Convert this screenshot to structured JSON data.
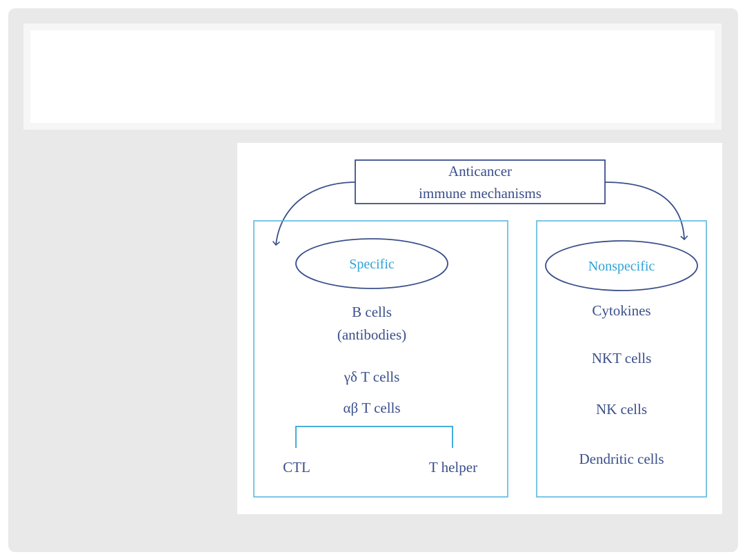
{
  "slide": {
    "title": ""
  },
  "diagram": {
    "root_line1": "Anticancer",
    "root_line2": "immune mechanisms",
    "left": {
      "header": "Specific",
      "item_b_line1": "B cells",
      "item_b_line2": "(antibodies)",
      "item_gd": "γδ T cells",
      "item_ab": "αβ T cells",
      "sub_left": "CTL",
      "sub_right": "T helper"
    },
    "right": {
      "header": "Nonspecific",
      "items": [
        "Cytokines",
        "NKT cells",
        "NK cells",
        "Dendritic cells"
      ]
    }
  },
  "colors": {
    "navy": "#3a4f8a",
    "cyan": "#2ea3d6",
    "box": "#5ab8e0"
  }
}
